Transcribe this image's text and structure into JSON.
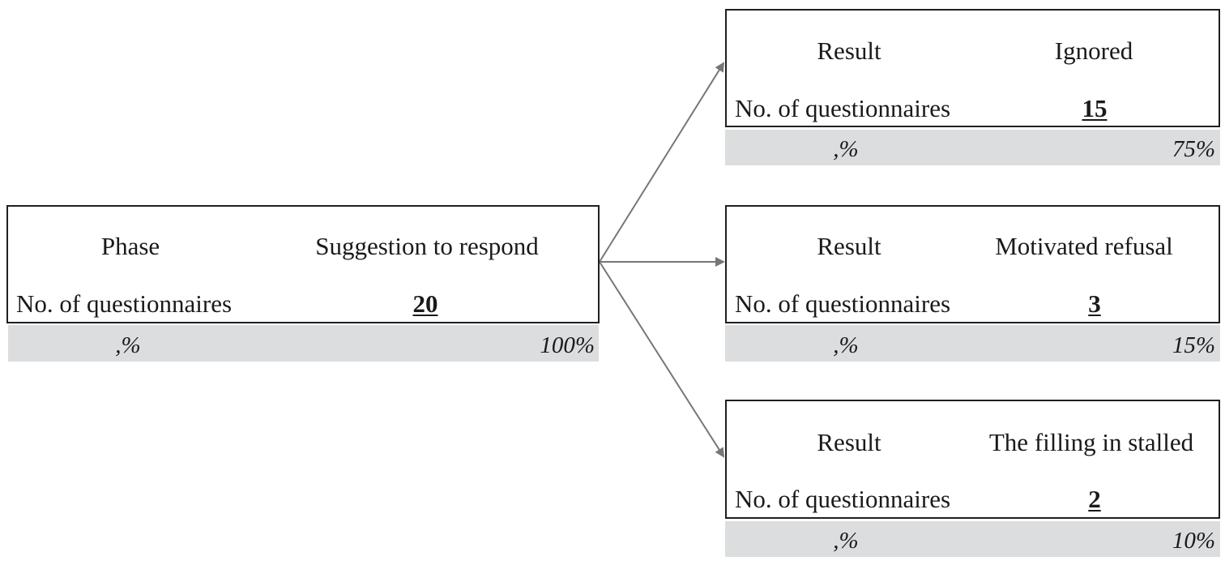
{
  "source": {
    "row1_label": "Phase",
    "row1_value": "Suggestion to respond",
    "row2_label": "No. of questionnaires",
    "row2_value": "20",
    "pct_label": ",%",
    "pct_value": "100%"
  },
  "results": [
    {
      "row1_label": "Result",
      "row1_value": "Ignored",
      "row2_label": "No. of questionnaires",
      "row2_value": "15",
      "pct_label": ",%",
      "pct_value": "75%"
    },
    {
      "row1_label": "Result",
      "row1_value": "Motivated refusal",
      "row2_label": "No. of questionnaires",
      "row2_value": "3",
      "pct_label": ",%",
      "pct_value": "15%"
    },
    {
      "row1_label": "Result",
      "row1_value": "The filling in stalled",
      "row2_label": "No. of questionnaires",
      "row2_value": "2",
      "pct_label": ",%",
      "pct_value": "10%"
    }
  ],
  "colors": {
    "box_border": "#1f1f1f",
    "percent_band": "#dcdddf",
    "arrow": "#777777"
  }
}
